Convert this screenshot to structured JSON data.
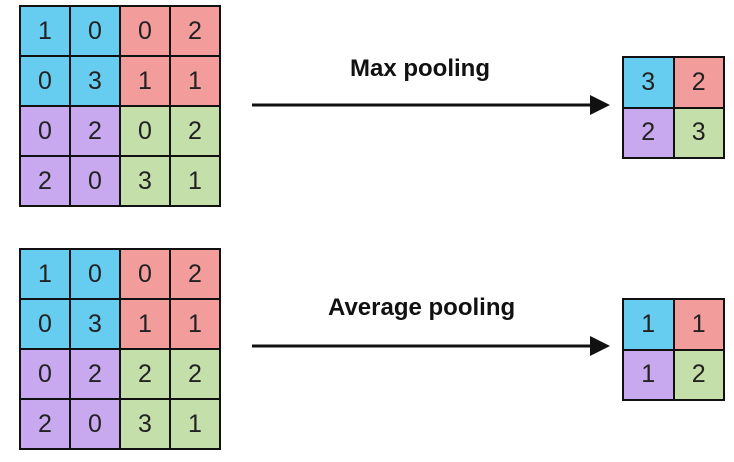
{
  "colors": {
    "blue": "#66cdf0",
    "red": "#f39c9c",
    "purple": "#c8a8ee",
    "green": "#c4dfa9",
    "border": "#111111"
  },
  "max_pooling": {
    "label": "Max pooling",
    "input": [
      [
        {
          "v": "1",
          "c": "blue"
        },
        {
          "v": "0",
          "c": "blue"
        },
        {
          "v": "0",
          "c": "red"
        },
        {
          "v": "2",
          "c": "red"
        }
      ],
      [
        {
          "v": "0",
          "c": "blue"
        },
        {
          "v": "3",
          "c": "blue"
        },
        {
          "v": "1",
          "c": "red"
        },
        {
          "v": "1",
          "c": "red"
        }
      ],
      [
        {
          "v": "0",
          "c": "purple"
        },
        {
          "v": "2",
          "c": "purple"
        },
        {
          "v": "0",
          "c": "green"
        },
        {
          "v": "2",
          "c": "green"
        }
      ],
      [
        {
          "v": "2",
          "c": "purple"
        },
        {
          "v": "0",
          "c": "purple"
        },
        {
          "v": "3",
          "c": "green"
        },
        {
          "v": "1",
          "c": "green"
        }
      ]
    ],
    "output": [
      [
        {
          "v": "3",
          "c": "blue"
        },
        {
          "v": "2",
          "c": "red"
        }
      ],
      [
        {
          "v": "2",
          "c": "purple"
        },
        {
          "v": "3",
          "c": "green"
        }
      ]
    ]
  },
  "average_pooling": {
    "label": "Average pooling",
    "input": [
      [
        {
          "v": "1",
          "c": "blue"
        },
        {
          "v": "0",
          "c": "blue"
        },
        {
          "v": "0",
          "c": "red"
        },
        {
          "v": "2",
          "c": "red"
        }
      ],
      [
        {
          "v": "0",
          "c": "blue"
        },
        {
          "v": "3",
          "c": "blue"
        },
        {
          "v": "1",
          "c": "red"
        },
        {
          "v": "1",
          "c": "red"
        }
      ],
      [
        {
          "v": "0",
          "c": "purple"
        },
        {
          "v": "2",
          "c": "purple"
        },
        {
          "v": "2",
          "c": "green"
        },
        {
          "v": "2",
          "c": "green"
        }
      ],
      [
        {
          "v": "2",
          "c": "purple"
        },
        {
          "v": "0",
          "c": "purple"
        },
        {
          "v": "3",
          "c": "green"
        },
        {
          "v": "1",
          "c": "green"
        }
      ]
    ],
    "output": [
      [
        {
          "v": "1",
          "c": "blue"
        },
        {
          "v": "1",
          "c": "red"
        }
      ],
      [
        {
          "v": "1",
          "c": "purple"
        },
        {
          "v": "2",
          "c": "green"
        }
      ]
    ]
  }
}
